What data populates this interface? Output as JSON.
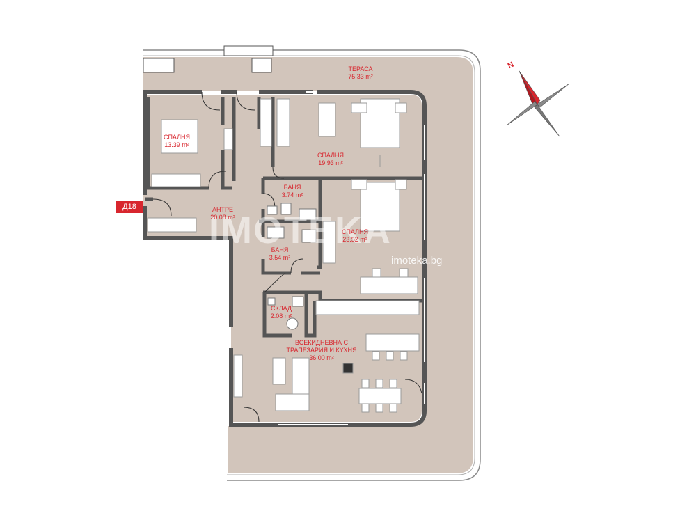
{
  "unit": {
    "tag": "Д18"
  },
  "compass": {
    "north_label": "N"
  },
  "rooms": [
    {
      "name": "ТЕРАСА",
      "area": "75.33 m²"
    },
    {
      "name": "СПАЛНЯ",
      "area": "13.39 m²"
    },
    {
      "name": "СПАЛНЯ",
      "area": "19.93 m²"
    },
    {
      "name": "БАНЯ",
      "area": "3.74 m²"
    },
    {
      "name": "АНТРЕ",
      "area": "20.08 m²"
    },
    {
      "name": "СПАЛНЯ",
      "area": "23.52 m²"
    },
    {
      "name": "БАНЯ",
      "area": "3.54 m²"
    },
    {
      "name": "СКЛАД",
      "area": "2.08 m²"
    },
    {
      "name_line1": "ВСЕКИДНЕВНА С",
      "name_line2": "ТРАПЕЗАРИЯ И КУХНЯ",
      "area": "36.00 m²"
    }
  ],
  "watermark": {
    "text": "IMOTEKA",
    "url": "imoteka.bg"
  },
  "colors": {
    "floor": "#d2c5bb",
    "wall": "#555555",
    "label": "#d8262e"
  }
}
